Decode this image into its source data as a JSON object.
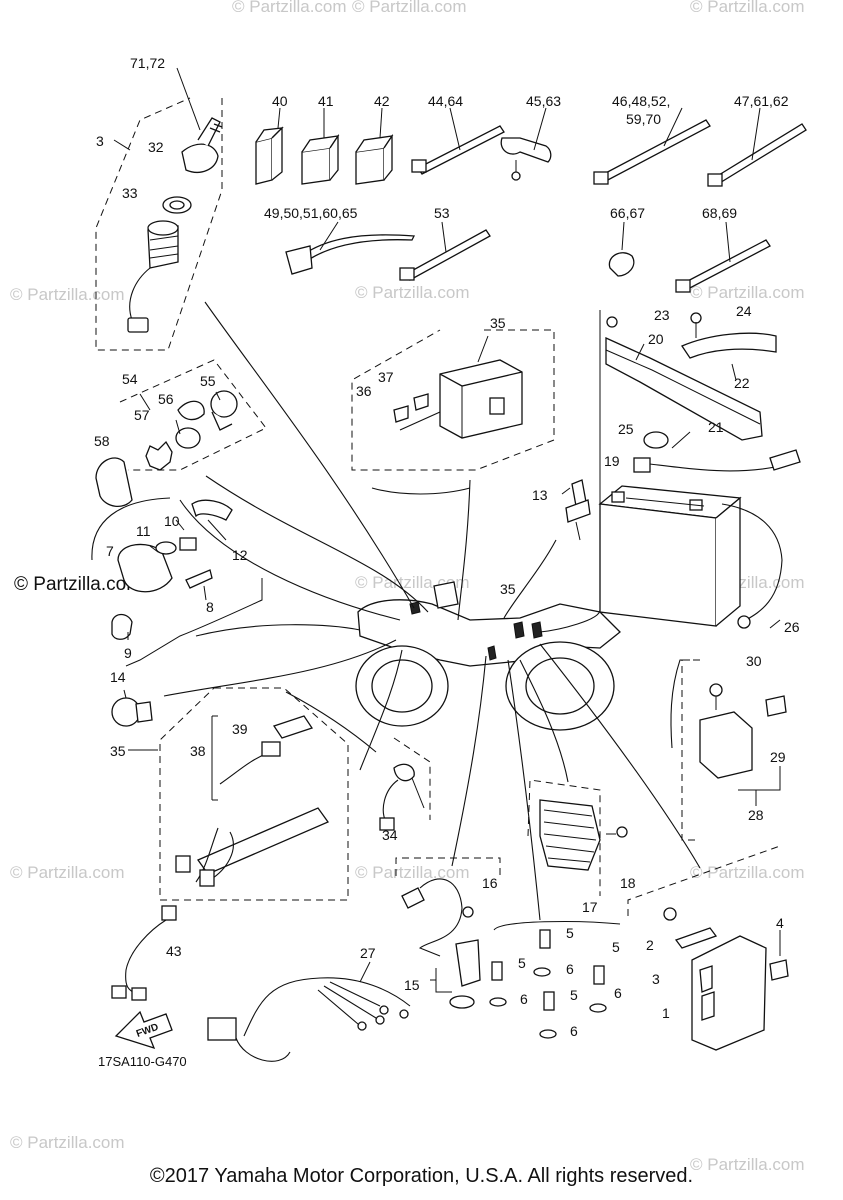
{
  "diagram_code": "17SA110-G470",
  "fwd_label": "FWD",
  "copyright": "©2017 Yamaha Motor Corporation, U.S.A. All rights reserved.",
  "watermark_main": "© Partzilla.com",
  "watermark_faint": "© Partzilla.com",
  "labels": {
    "p71_72": "71,72",
    "p3_top": "3",
    "p32": "32",
    "p33": "33",
    "p40": "40",
    "p41": "41",
    "p42": "42",
    "p44_64": "44,64",
    "p45_63": "45,63",
    "p46_line1": "46,48,52,",
    "p46_line2": "59,70",
    "p47": "47,61,62",
    "p49": "49,50,51,60,65",
    "p53": "53",
    "p66": "66,67",
    "p68": "68,69",
    "p35_top": "35",
    "p36": "36",
    "p37": "37",
    "p23": "23",
    "p24": "24",
    "p20": "20",
    "p22": "22",
    "p25": "25",
    "p21": "21",
    "p19": "19",
    "p54": "54",
    "p56": "56",
    "p55": "55",
    "p57": "57",
    "p58": "58",
    "p10": "10",
    "p11": "11",
    "p12": "12",
    "p7": "7",
    "p8": "8",
    "p9": "9",
    "p13": "13",
    "p35_mid": "35",
    "p26": "26",
    "p14": "14",
    "p35_left": "35",
    "p38": "38",
    "p39": "39",
    "p34": "34",
    "p30": "30",
    "p29": "29",
    "p28": "28",
    "p17": "17",
    "p18": "18",
    "p16": "16",
    "p5a": "5",
    "p5b": "5",
    "p5c": "5",
    "p5d": "5",
    "p6a": "6",
    "p6b": "6",
    "p6c": "6",
    "p6d": "6",
    "p4": "4",
    "p2": "2",
    "p3_bot": "3",
    "p1": "1",
    "p15": "15",
    "p27": "27",
    "p43": "43"
  }
}
